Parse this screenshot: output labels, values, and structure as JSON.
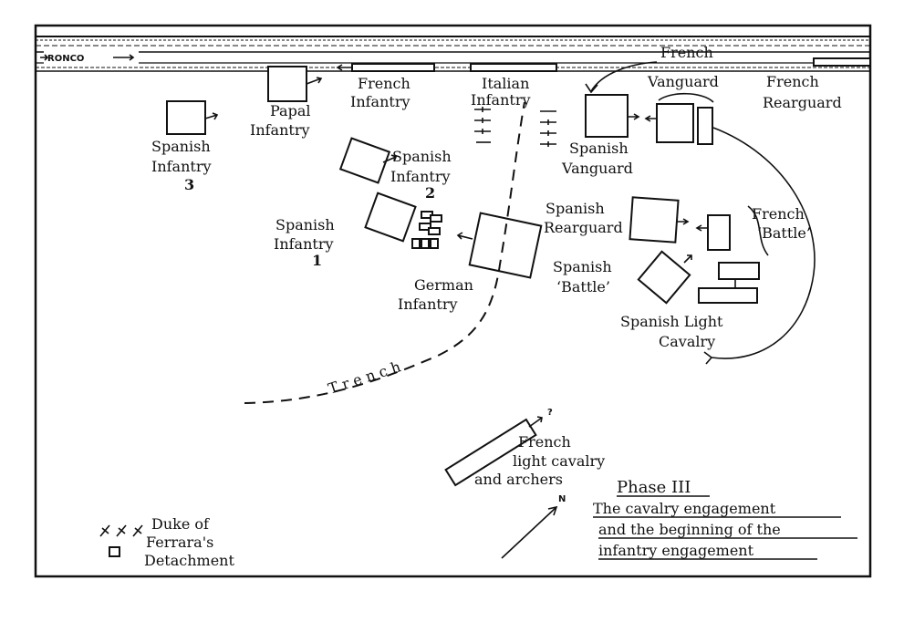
{
  "river": {
    "name": "RONCO"
  },
  "labels": {
    "french_top": "French",
    "papal_1": "Papal",
    "papal_2": "Infantry",
    "french_inf_1": "French",
    "french_inf_2": "Infantry",
    "italian_1": "Italian",
    "italian_2": "Infantry",
    "vanguard": "Vanguard",
    "french_rear_1": "French",
    "french_rear_2": "Rearguard",
    "span3_1": "Spanish",
    "span3_2": "Infantry",
    "span3_3": "3",
    "span2_1": "Spanish",
    "span2_2": "Infantry",
    "span2_3": "2",
    "span1_1": "Spanish",
    "span1_2": "Infantry",
    "span1_3": "1",
    "span_van_1": "Spanish",
    "span_van_2": "Vanguard",
    "span_rear_1": "Spanish",
    "span_rear_2": "Rearguard",
    "french_battle_1": "French",
    "french_battle_2": "‘Battle’",
    "span_battle_1": "Spanish",
    "span_battle_2": "‘Battle’",
    "german_1": "German",
    "german_2": "Infantry",
    "span_light_1": "Spanish Light",
    "span_light_2": "Cavalry",
    "trench": "Trench",
    "fr_light_1": "French",
    "fr_light_2": "light cavalry",
    "fr_light_3": "and archers",
    "question": "?",
    "north": "N",
    "legend_1": "Duke of",
    "legend_2": "Ferrara's",
    "legend_3": "Detachment"
  },
  "title": {
    "phase": "Phase III",
    "line1": "The cavalry engagement",
    "line2": "and the beginning of the",
    "line3": "infantry engagement"
  }
}
